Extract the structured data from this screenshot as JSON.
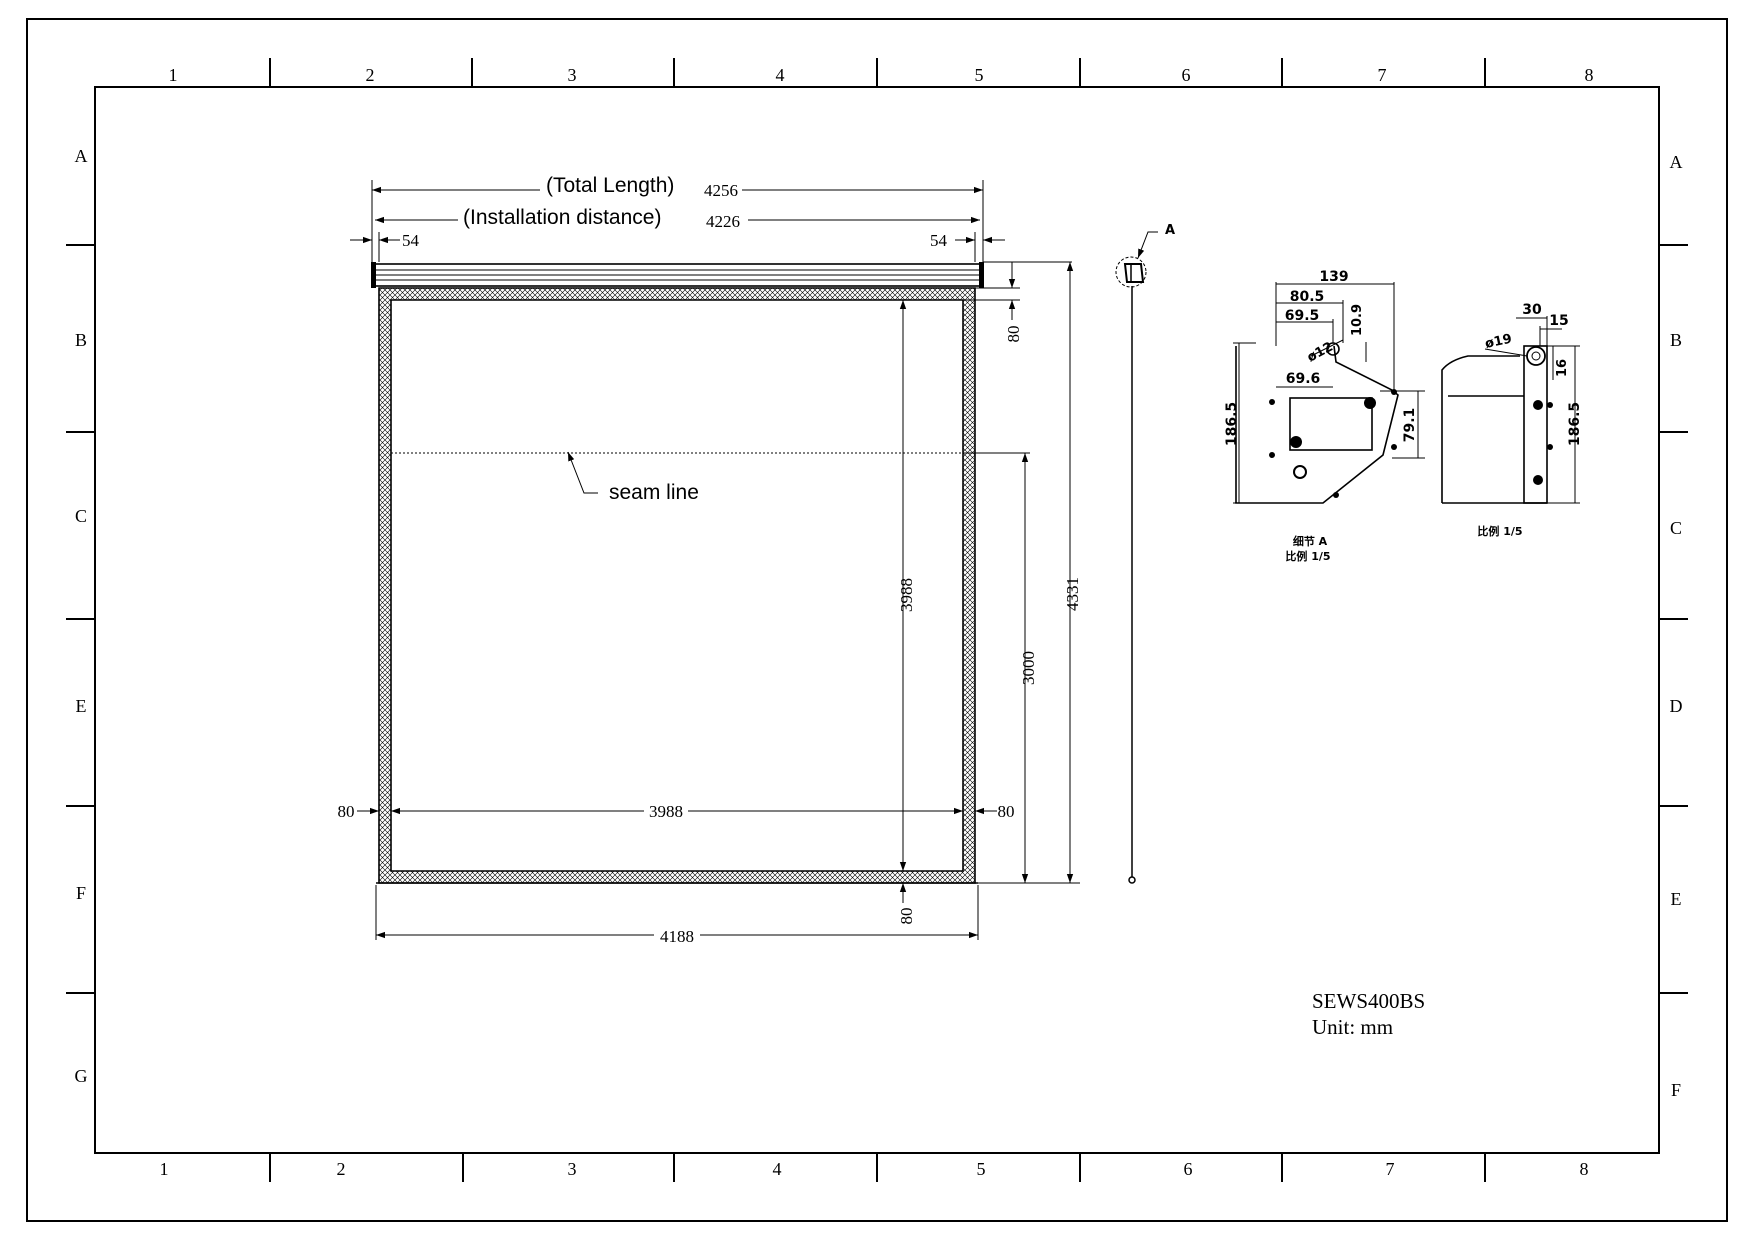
{
  "border": {
    "top_numbers": [
      "1",
      "2",
      "3",
      "4",
      "5",
      "6",
      "7",
      "8"
    ],
    "bottom_numbers": [
      "1",
      "2",
      "3",
      "4",
      "5",
      "6",
      "7",
      "8"
    ],
    "left_letters": [
      "A",
      "B",
      "C",
      "E",
      "F",
      "G"
    ],
    "right_letters": [
      "A",
      "B",
      "C",
      "D",
      "E",
      "F"
    ]
  },
  "dims": {
    "total_length_label": "(Total Length)",
    "total_length": "4256",
    "install_label": "(Installation distance)",
    "install_distance": "4226",
    "side_left": "54",
    "side_right": "54",
    "top_border": "80",
    "inner_height": "3988",
    "drop": "3000",
    "overall_height": "4331",
    "left_border": "80",
    "inner_width": "3988",
    "right_border": "80",
    "bottom_border": "80",
    "overall_width": "4188"
  },
  "seam": {
    "label": "seam line"
  },
  "side_view": {
    "marker": "A"
  },
  "detail_a": {
    "d139": "139",
    "d80_5": "80.5",
    "d69_5": "69.5",
    "d10_9": "10.9",
    "d_phi12": "ø12",
    "d69_6": "69.6",
    "d186_5": "186.5",
    "d79_1": "79.1",
    "caption1": "细节 A",
    "caption2": "比例 1/5"
  },
  "detail_b": {
    "d30": "30",
    "d15": "15",
    "d_phi19": "ø19",
    "d16": "16",
    "d186_5": "186.5",
    "caption": "比例 1/5"
  },
  "title_block": {
    "model": "SEWS400BS",
    "unit": "Unit: mm"
  }
}
